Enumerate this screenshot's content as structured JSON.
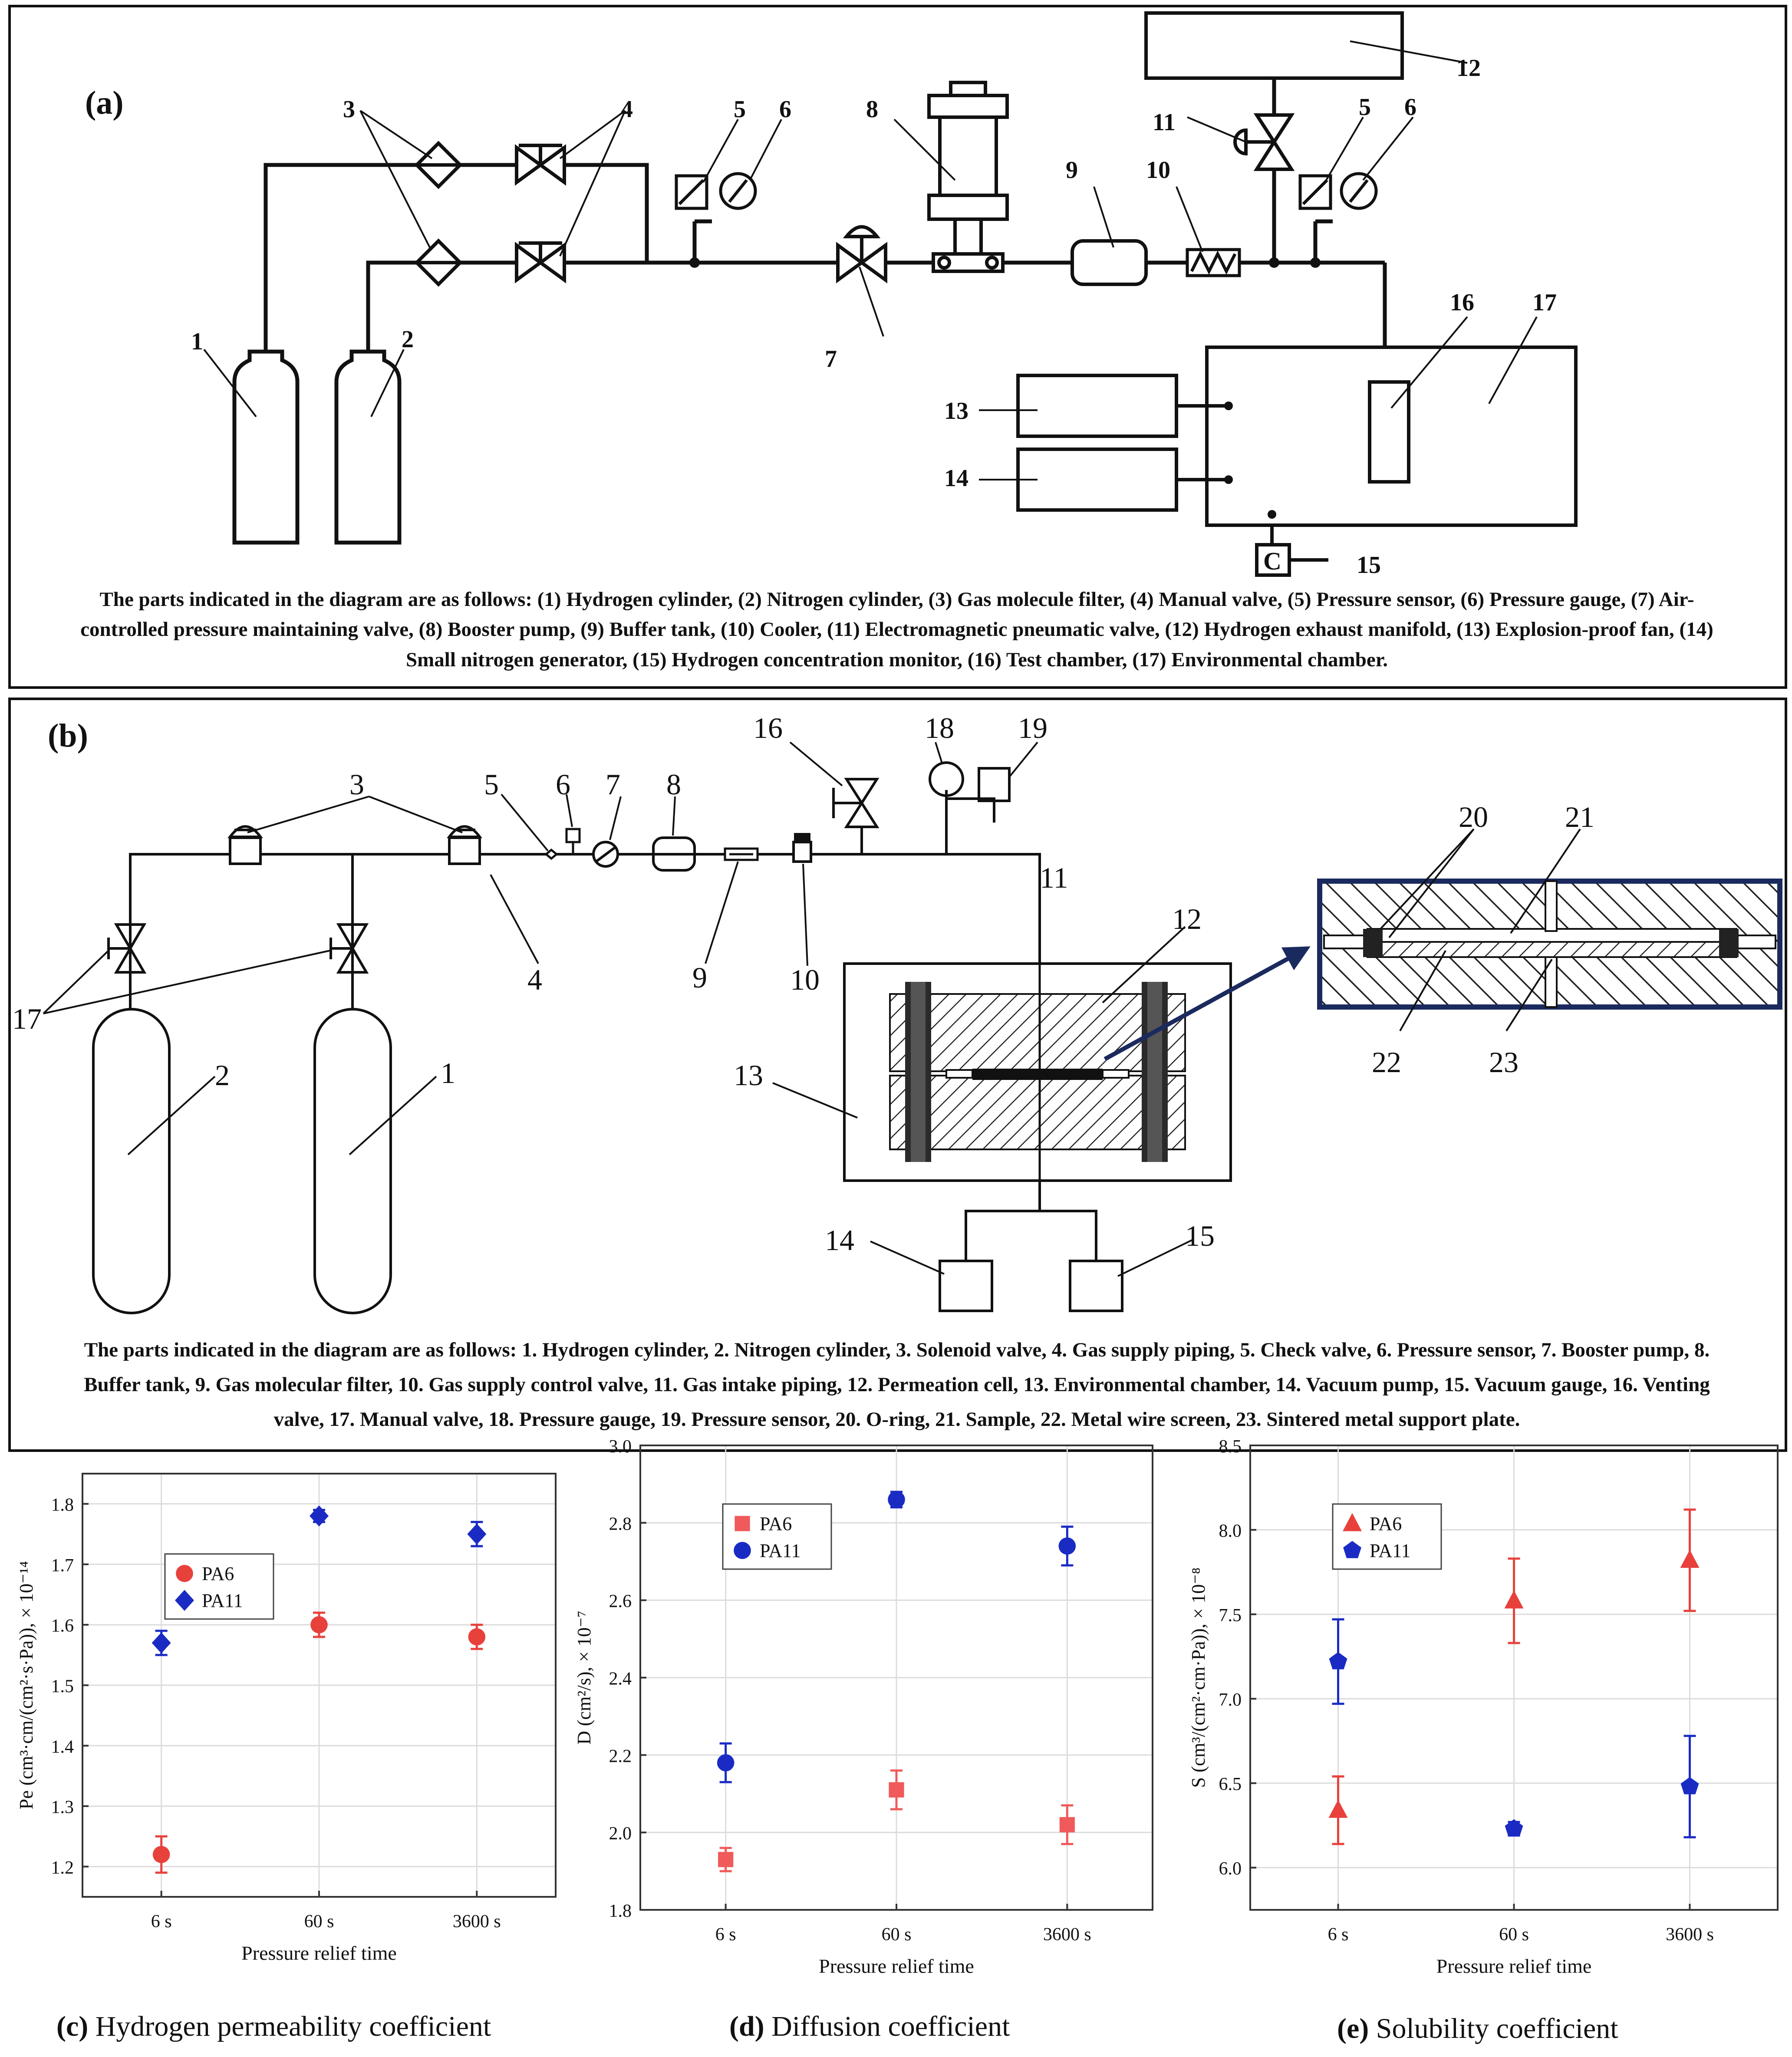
{
  "panel_a": {
    "label": "(a)",
    "numbers": [
      "1",
      "2",
      "3",
      "4",
      "5",
      "6",
      "7",
      "8",
      "9",
      "10",
      "11",
      "12",
      "13",
      "14",
      "15",
      "16",
      "17",
      "5",
      "6"
    ],
    "caption_lines": [
      "The parts indicated in the diagram are as follows: (1) Hydrogen cylinder, (2) Nitrogen cylinder, (3) Gas molecule filter, (4) Manual valve, (5) Pressure sensor, (6) Pressure gauge, (7) Air-",
      "controlled pressure maintaining valve, (8) Booster pump, (9) Buffer tank, (10) Cooler, (11) Electromagnetic pneumatic valve, (12) Hydrogen exhaust manifold, (13) Explosion-proof fan, (14)",
      "Small nitrogen generator, (15) Hydrogen concentration monitor, (16) Test chamber, (17) Environmental chamber."
    ]
  },
  "panel_b": {
    "label": "(b)",
    "numbers": [
      "1",
      "2",
      "3",
      "4",
      "5",
      "6",
      "7",
      "8",
      "9",
      "10",
      "11",
      "12",
      "13",
      "14",
      "15",
      "16",
      "17",
      "18",
      "19",
      "20",
      "21",
      "22",
      "23"
    ],
    "caption_lines": [
      "The parts indicated in the diagram are as follows: 1. Hydrogen cylinder, 2. Nitrogen cylinder, 3. Solenoid valve, 4. Gas supply piping, 5. Check valve, 6. Pressure sensor, 7. Booster pump, 8.",
      "Buffer tank, 9. Gas molecular filter, 10. Gas supply control valve, 11. Gas intake piping, 12. Permeation cell, 13. Environmental chamber, 14. Vacuum pump, 15. Vacuum gauge, 16. Venting",
      "valve, 17. Manual valve, 18. Pressure gauge, 19. Pressure sensor, 20. O-ring, 21. Sample, 22. Metal wire screen, 23. Sintered metal support plate."
    ]
  },
  "chart_data": [
    {
      "type": "scatter",
      "panel": "(c)",
      "caption": "Hydrogen permeability coefficient",
      "categories": [
        "6 s",
        "60 s",
        "3600 s"
      ],
      "xlabel": "Pressure relief time",
      "ylabel": "Pe (cm³·cm/(cm²·s·Pa)), × 10⁻¹⁴",
      "ylim": [
        1.15,
        1.85
      ],
      "yticks": [
        "1.2",
        "1.3",
        "1.4",
        "1.5",
        "1.6",
        "1.7",
        "1.8"
      ],
      "grid": true,
      "legend": "upper-left",
      "series": [
        {
          "name": "PA6",
          "color": "#e8413c",
          "marker": "circle",
          "values": [
            1.22,
            1.6,
            1.58
          ],
          "errors": [
            0.03,
            0.02,
            0.02
          ]
        },
        {
          "name": "PA11",
          "color": "#1a2bc4",
          "marker": "diamond",
          "values": [
            1.57,
            1.78,
            1.75
          ],
          "errors": [
            0.02,
            0.01,
            0.02
          ]
        }
      ]
    },
    {
      "type": "scatter",
      "panel": "(d)",
      "caption": "Diffusion coefficient",
      "categories": [
        "6 s",
        "60 s",
        "3600 s"
      ],
      "xlabel": "Pressure relief time",
      "ylabel": "D (cm²/s), × 10⁻⁷",
      "ylim": [
        1.8,
        3.0
      ],
      "yticks": [
        "1.8",
        "2.0",
        "2.2",
        "2.4",
        "2.6",
        "2.8",
        "3.0"
      ],
      "grid": true,
      "legend": "upper-left",
      "series": [
        {
          "name": "PA6",
          "color": "#f05a5a",
          "marker": "square",
          "values": [
            1.93,
            2.11,
            2.02
          ],
          "errors": [
            0.03,
            0.05,
            0.05
          ]
        },
        {
          "name": "PA11",
          "color": "#1a2bc4",
          "marker": "circle",
          "values": [
            2.18,
            2.86,
            2.74
          ],
          "errors": [
            0.05,
            0.02,
            0.05
          ]
        }
      ]
    },
    {
      "type": "scatter",
      "panel": "(e)",
      "caption": "Solubility coefficient",
      "categories": [
        "6 s",
        "60 s",
        "3600 s"
      ],
      "xlabel": "Pressure relief time",
      "ylabel": "S (cm³/(cm²·cm·Pa)), × 10⁻⁸",
      "ylim": [
        5.75,
        8.5
      ],
      "yticks": [
        "6.0",
        "6.5",
        "7.0",
        "7.5",
        "8.0",
        "8.5"
      ],
      "grid": true,
      "legend": "upper-left",
      "series": [
        {
          "name": "PA6",
          "color": "#e8413c",
          "marker": "triangle",
          "values": [
            6.34,
            7.58,
            7.82
          ],
          "errors": [
            0.2,
            0.25,
            0.3
          ]
        },
        {
          "name": "PA11",
          "color": "#1a2bc4",
          "marker": "pentagon",
          "values": [
            7.22,
            6.23,
            6.48
          ],
          "errors": [
            0.25,
            0.04,
            0.3
          ]
        }
      ]
    }
  ]
}
